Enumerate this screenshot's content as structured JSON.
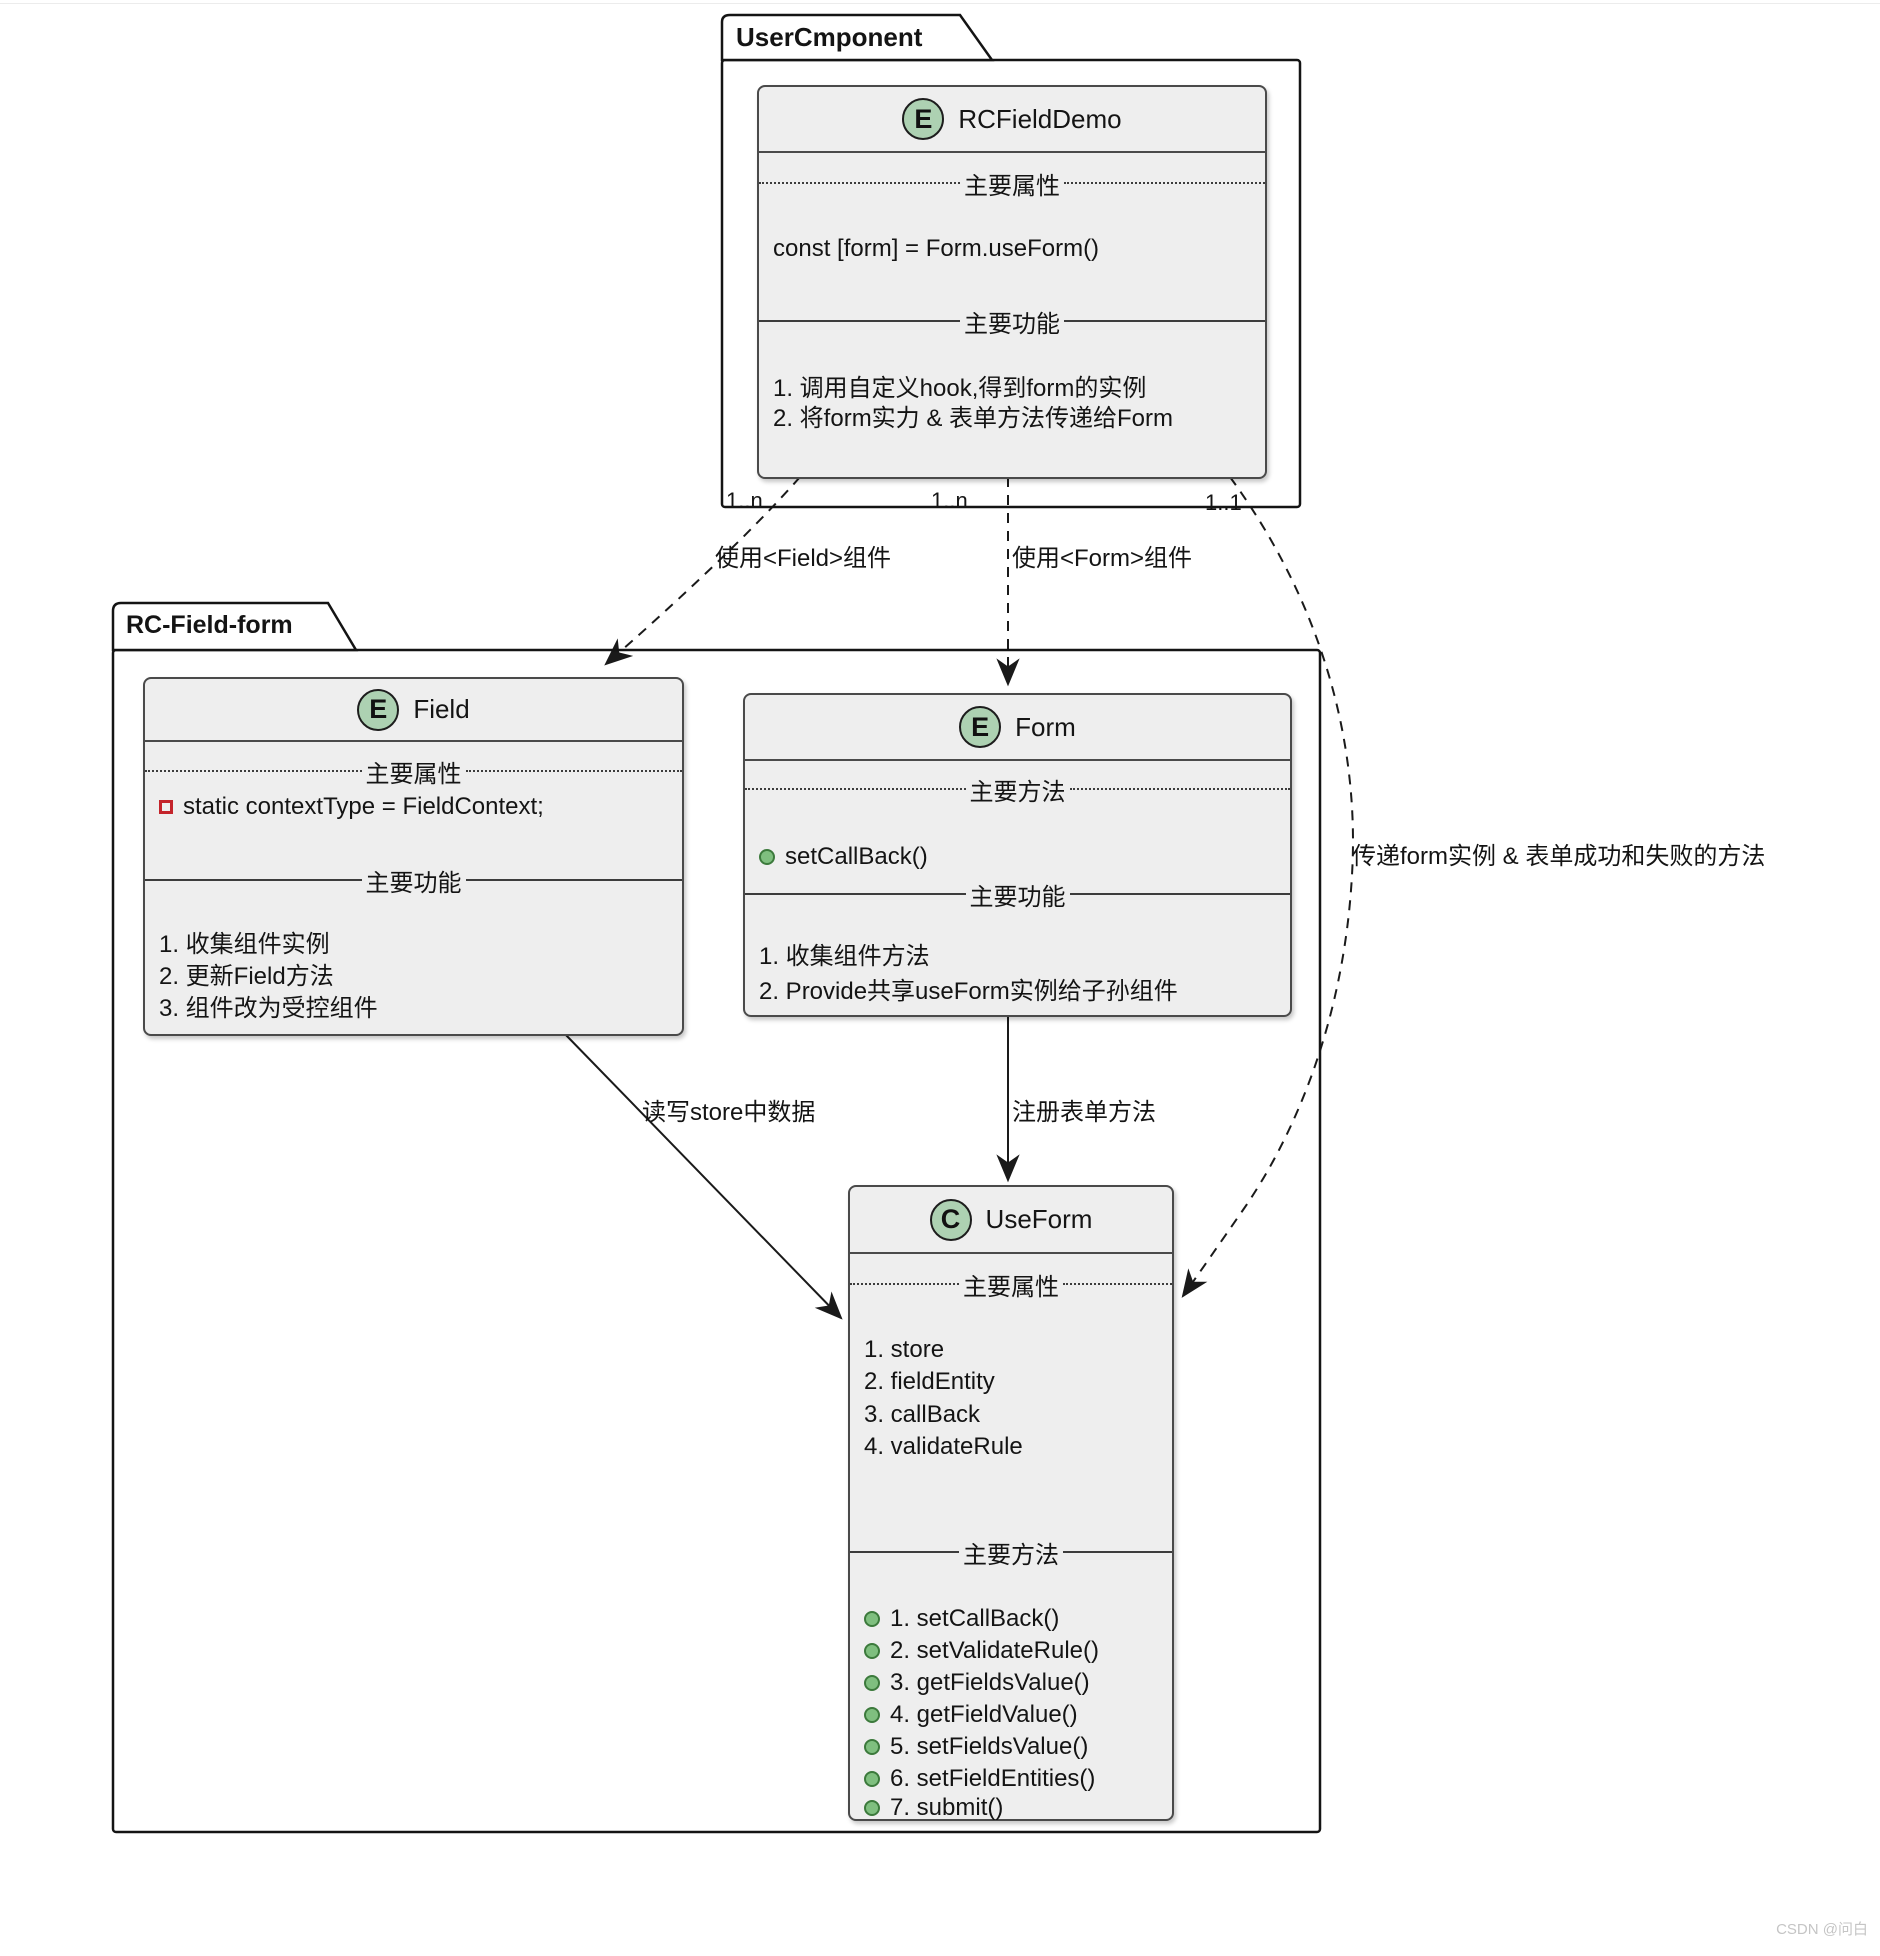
{
  "watermark": "CSDN @问白",
  "packages": {
    "user_component": {
      "title": "UserCmponent"
    },
    "rc_field_form": {
      "title": "RC-Field-form"
    }
  },
  "classes": {
    "rc_field_demo": {
      "badge": "E",
      "name": "RCFieldDemo",
      "attr_header": "主要属性",
      "attrs": [
        "const [form] = Form.useForm()"
      ],
      "func_header": "主要功能",
      "funcs": [
        "1. 调用自定义hook,得到form的实例",
        "2. 将form实力 & 表单方法传递给Form"
      ]
    },
    "field": {
      "badge": "E",
      "name": "Field",
      "attr_header": "主要属性",
      "attrs": [
        "static contextType = FieldContext;"
      ],
      "func_header": "主要功能",
      "funcs": [
        "1. 收集组件实例",
        "2. 更新Field方法",
        "3. 组件改为受控组件"
      ]
    },
    "form": {
      "badge": "E",
      "name": "Form",
      "method_header": "主要方法",
      "methods": [
        "setCallBack()"
      ],
      "func_header": "主要功能",
      "funcs": [
        "1. 收集组件方法",
        "2. Provide共享useForm实例给子孙组件"
      ]
    },
    "use_form": {
      "badge": "C",
      "name": "UseForm",
      "attr_header": "主要属性",
      "attrs": [
        "1. store",
        "2. fieldEntity",
        "3. callBack",
        "4. validateRule"
      ],
      "method_header": "主要方法",
      "methods": [
        "1. setCallBack()",
        "2. setValidateRule()",
        "3. getFieldsValue()",
        "4. getFieldValue()",
        "5. setFieldsValue()",
        "6. setFieldEntities()",
        "7. submit()"
      ]
    }
  },
  "edges": {
    "use_field": {
      "label": "使用<Field>组件",
      "multiplicity": "1..n"
    },
    "use_form": {
      "label": "使用<Form>组件",
      "multiplicity": "1..n"
    },
    "pass_form": {
      "label": "传递form实例 & 表单成功和失败的方法",
      "multiplicity": "1..1"
    },
    "read_write_store": {
      "label": "读写store中数据"
    },
    "register_form_methods": {
      "label": "注册表单方法"
    }
  },
  "colors": {
    "badge_fill": "#ADD1B2",
    "box_fill": "#EEEEEE",
    "method_dot_fill": "#7FBF7F",
    "field_square_border": "#C4242B",
    "line_color": "#1A1A1A"
  }
}
